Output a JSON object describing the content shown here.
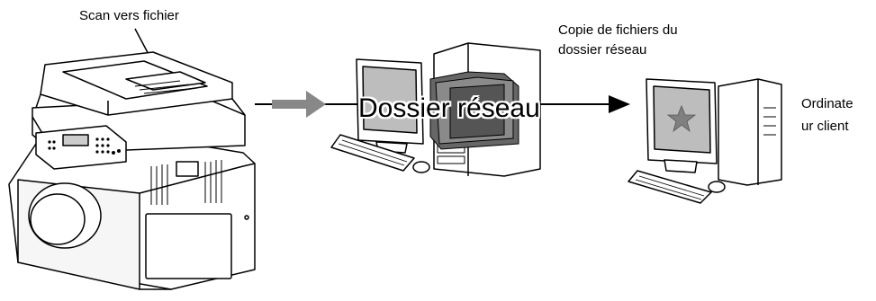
{
  "labels": {
    "scan_to_file": "Scan vers fichier",
    "copy_line1": "Copie de fichiers du",
    "copy_line2": "dossier réseau",
    "network_folder": "Dossier réseau",
    "client_line1": "Ordinate",
    "client_line2": "ur client"
  },
  "icons": [
    "multifunction-printer-icon",
    "right-arrow-icon",
    "server-computer-icon",
    "folder-icon",
    "client-computer-icon",
    "star-icon"
  ],
  "colors": {
    "outline": "#000000",
    "fill": "#ffffff",
    "arrow_gray": "#888888",
    "screen_gray": "#bdbdbd",
    "folder_dark": "#666666"
  }
}
